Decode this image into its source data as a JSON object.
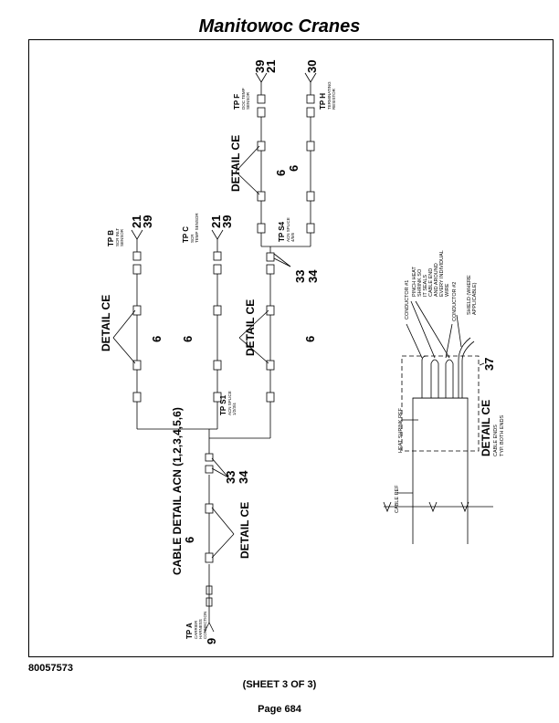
{
  "header": {
    "title": "Manitowoc Cranes"
  },
  "footer": {
    "doc_number": "80057573",
    "sheet": "(SHEET 3 OF 3)",
    "page": "Page 684"
  },
  "diagram": {
    "cable_title": "CABLE DETAIL ACN (1,2,3,4,5,6)",
    "detail_ce": "DETAIL CE",
    "tp_a": {
      "id": "TP A",
      "l1": "CARRIER",
      "l2": "HARNESS",
      "l3": "CONNECTION"
    },
    "tp_b": {
      "id": "TP B",
      "l1": "SCR INLT",
      "l2": "SENSOR"
    },
    "tp_c": {
      "id": "TP C",
      "l1": "SCR",
      "l2": "TEMP SENSOR"
    },
    "tp_f": {
      "id": "TP F",
      "l1": "DOC TEMP",
      "l2": "SENSOR"
    },
    "tp_h": {
      "id": "TP H",
      "l1": "TERMINATING",
      "l2": "RESISTOR"
    },
    "tp_s1": {
      "id": "TP S1",
      "l1": "ACN SPLICE",
      "l2": "1/2/3/4"
    },
    "tp_s4": {
      "id": "TP S4",
      "l1": "ACN SPLICE",
      "l2": "4/5/6"
    },
    "nums": {
      "n6": "6",
      "n9": "9",
      "n21": "21",
      "n30": "30",
      "n33": "33",
      "n34": "34",
      "n37": "37",
      "n39": "39"
    },
    "detail_ce_box": {
      "title": "DETAIL CE",
      "sub1": "CABLE ENDS",
      "sub2": "TYP. BOTH ENDS",
      "cable_ref": "CABLE REF",
      "heat_shrink_ref": "HEAT SHRINK REF",
      "conductor1": "CONDUCTOR #1",
      "conductor2": "CONDUCTOR #2",
      "pinch1": "PINCH HEAT",
      "pinch2": "SHRINK SO",
      "pinch3": "IT SEALS",
      "pinch4": "CABLE END",
      "pinch5": "AND AROUND",
      "pinch6": "EVERY INDIVIDUAL",
      "pinch7": "WIRE",
      "shield1": "SHIELD (WHERE",
      "shield2": "APPLICABLE)"
    }
  }
}
